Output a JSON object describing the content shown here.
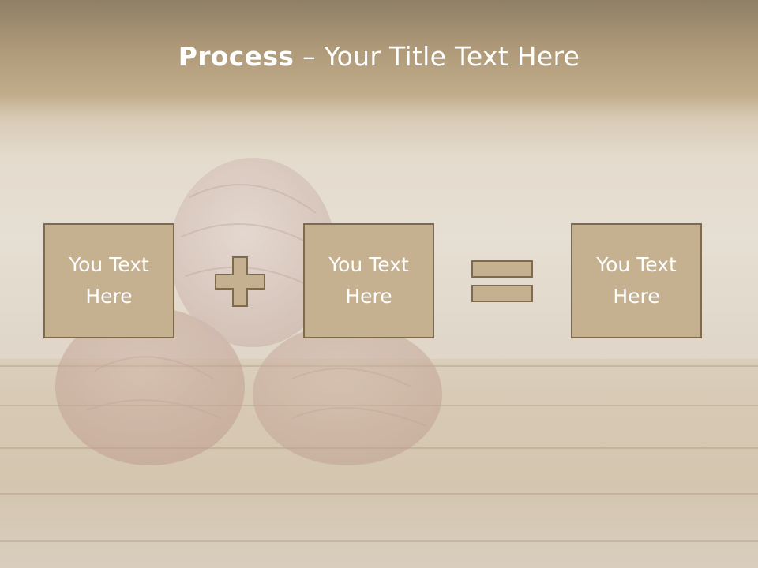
{
  "slide": {
    "title_bold": "Process",
    "title_rest": " – Your Title Text Here"
  },
  "process": {
    "boxes": [
      {
        "text": "You Text Here"
      },
      {
        "text": "You Text Here"
      },
      {
        "text": "You Text Here"
      }
    ],
    "operators": [
      "plus-icon",
      "equals-icon"
    ]
  },
  "colors": {
    "box_fill": "#c5b08f",
    "box_border": "#7d6a4f",
    "title_text": "#ffffff",
    "header_band": "#a18863"
  }
}
